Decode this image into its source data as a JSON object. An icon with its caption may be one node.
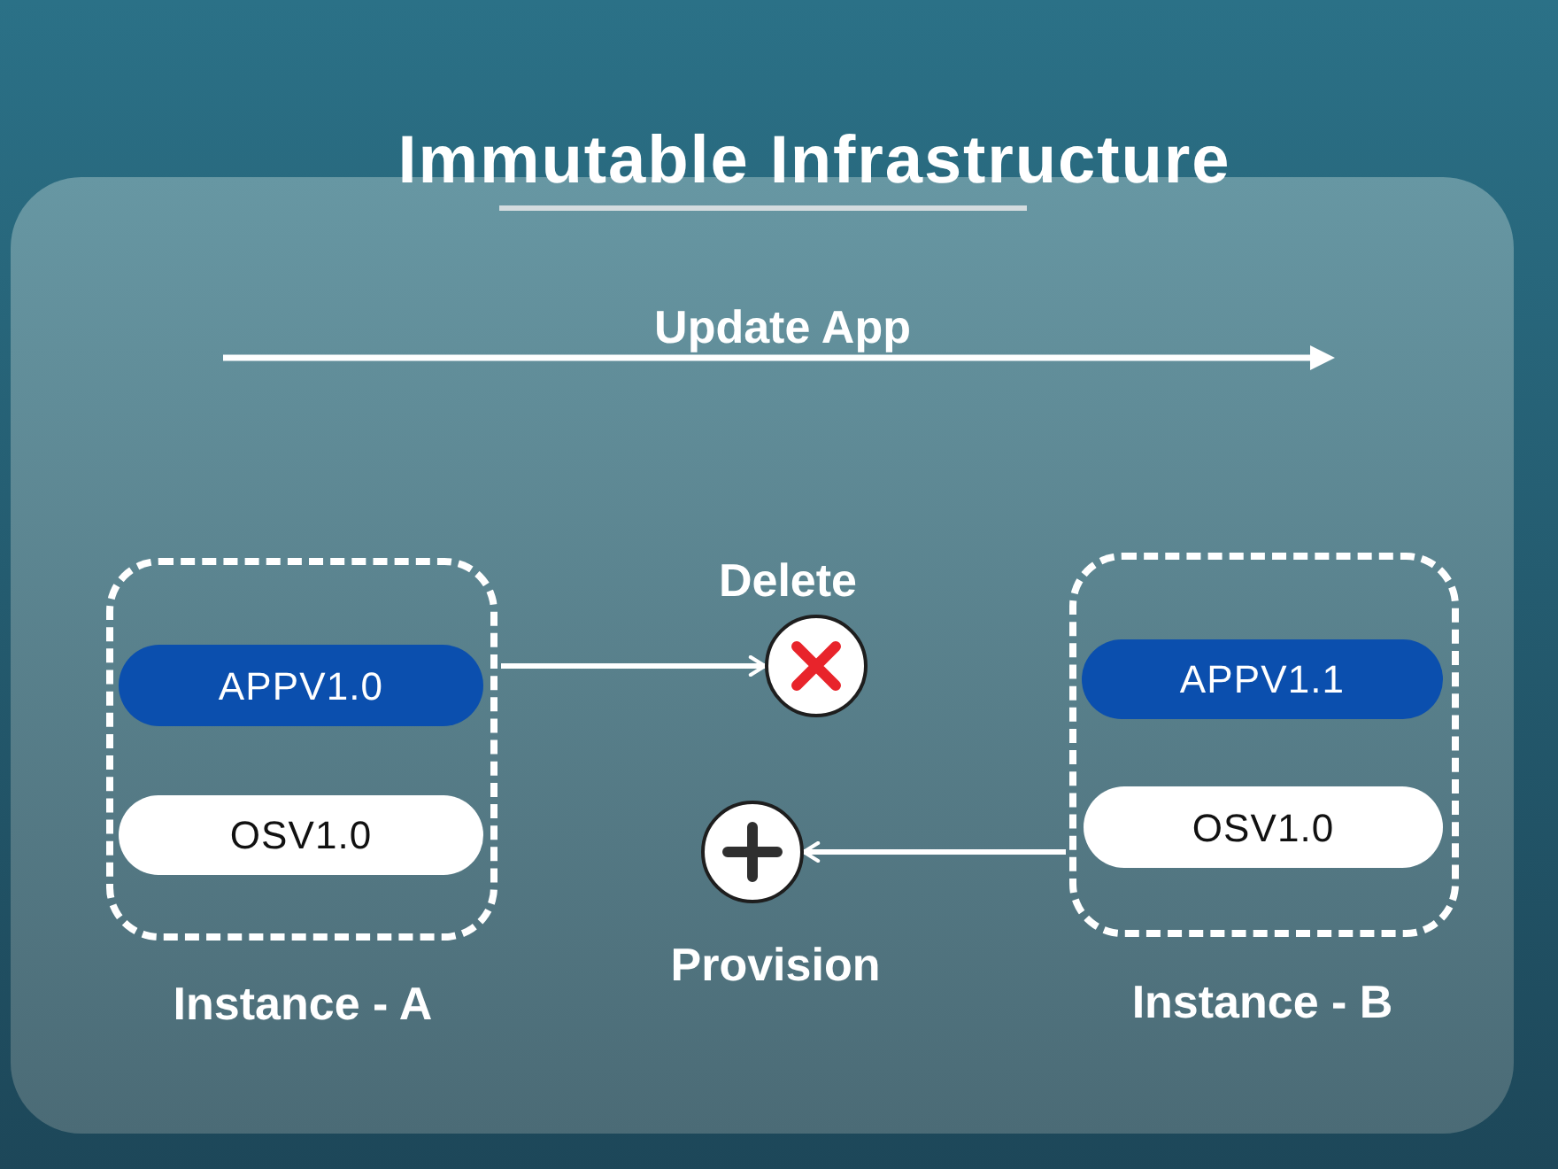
{
  "diagram": {
    "title": "Immutable Infrastructure",
    "nodes": [
      {
        "text": [],
        "shape": "box",
        "beside": [
          "Instance - A"
        ]
      },
      {
        "text": [
          "APPV1.0"
        ],
        "in": 0
      },
      {
        "text": [
          "OSV1.0"
        ],
        "in": 0
      },
      {
        "text": [],
        "shape": "circle",
        "beside": [
          "Delete"
        ]
      },
      {
        "text": [],
        "shape": "circle",
        "beside": [
          "Provision"
        ]
      },
      {
        "text": [],
        "shape": "box",
        "beside": [
          "Instance - B"
        ]
      },
      {
        "text": [
          "APPV1.1"
        ],
        "in": 5
      },
      {
        "text": [
          "OSV1.0"
        ],
        "in": 5
      }
    ],
    "edges": [
      {
        "from": 0,
        "to": 3,
        "arrow": "to"
      },
      {
        "from": 5,
        "to": 4,
        "arrow": "to"
      }
    ],
    "labels": [
      "Update App"
    ]
  }
}
